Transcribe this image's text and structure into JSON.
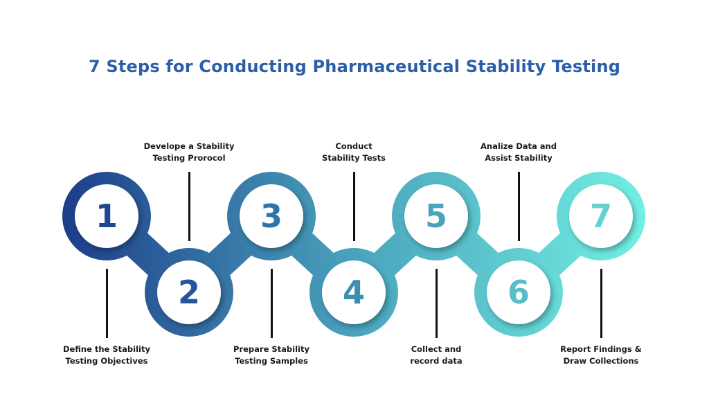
{
  "title": "7 Steps for Conducting Pharmaceutical Stability Testing",
  "colors": {
    "gradient_start": "#1d3d8a",
    "gradient_end": "#72f0e3",
    "title": "#2d5ea9"
  },
  "steps": [
    {
      "number": "1",
      "label_line1": "Define the Stability",
      "label_line2": "Testing Objectives",
      "color": "#1f4690"
    },
    {
      "number": "2",
      "label_line1": "Develope a Stability",
      "label_line2": "Testing Prorocol",
      "color": "#25559b"
    },
    {
      "number": "3",
      "label_line1": "Prepare Stability",
      "label_line2": "Testing Samples",
      "color": "#2f74a8"
    },
    {
      "number": "4",
      "label_line1": "Conduct",
      "label_line2": "Stability Tests",
      "color": "#3e8eb3"
    },
    {
      "number": "5",
      "label_line1": "Collect and",
      "label_line2": "record data",
      "color": "#4aa3bd"
    },
    {
      "number": "6",
      "label_line1": "Analize Data and",
      "label_line2": "Assist Stability",
      "color": "#57bdc8"
    },
    {
      "number": "7",
      "label_line1": "Report Findings &",
      "label_line2": "Draw Collections",
      "color": "#62d2d2"
    }
  ]
}
